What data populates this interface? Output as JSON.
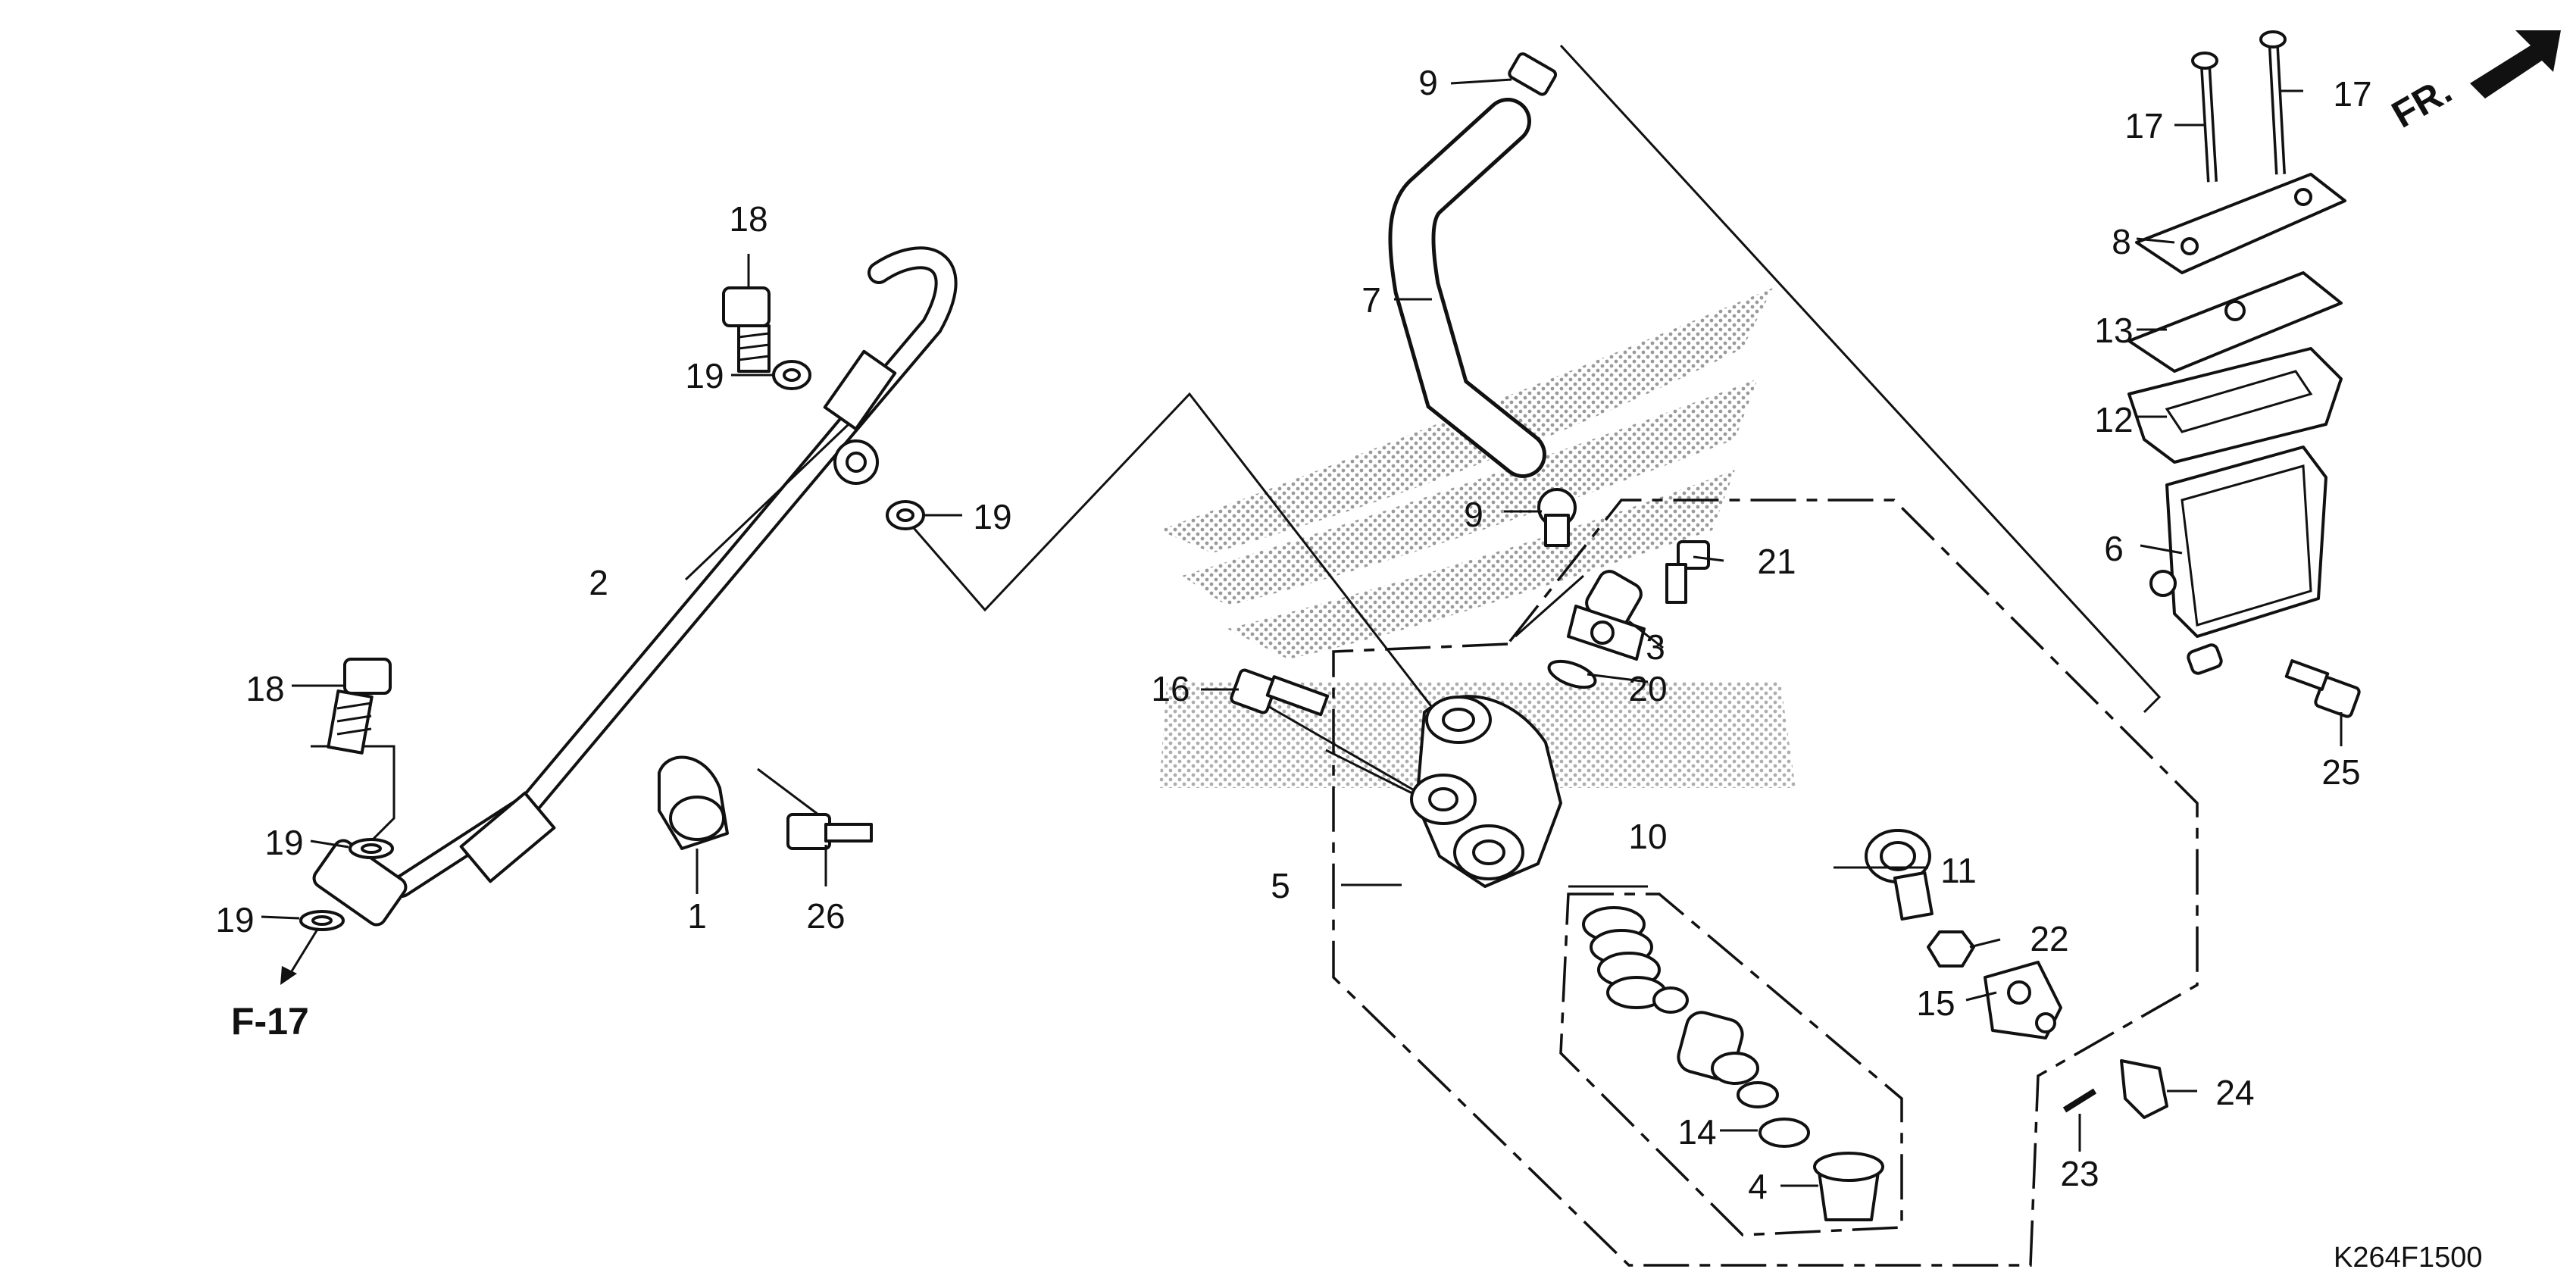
{
  "diagram": {
    "direction_label": "FR.",
    "ref_label": "F-17",
    "code": "K264F1500",
    "callouts": [
      "1",
      "2",
      "3",
      "4",
      "5",
      "6",
      "7",
      "8",
      "9",
      "9",
      "10",
      "11",
      "12",
      "13",
      "14",
      "15",
      "16",
      "17",
      "17",
      "18",
      "18",
      "19",
      "19",
      "19",
      "19",
      "20",
      "21",
      "22",
      "23",
      "24",
      "25",
      "26"
    ]
  }
}
